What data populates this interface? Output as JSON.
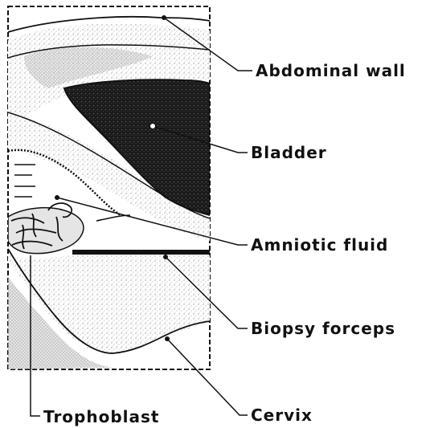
{
  "labels": {
    "abdominal_wall": "Abdominal wall",
    "bladder": "Bladder",
    "amniotic_fluid": "Amniotic fluid",
    "biopsy_forceps": "Biopsy forceps",
    "trophoblast": "Trophoblast",
    "cervix": "Cervix"
  },
  "colors": {
    "ink": "#111111",
    "stipple": "#9a9a9a",
    "bladder_fill": "#1a1a1a"
  }
}
